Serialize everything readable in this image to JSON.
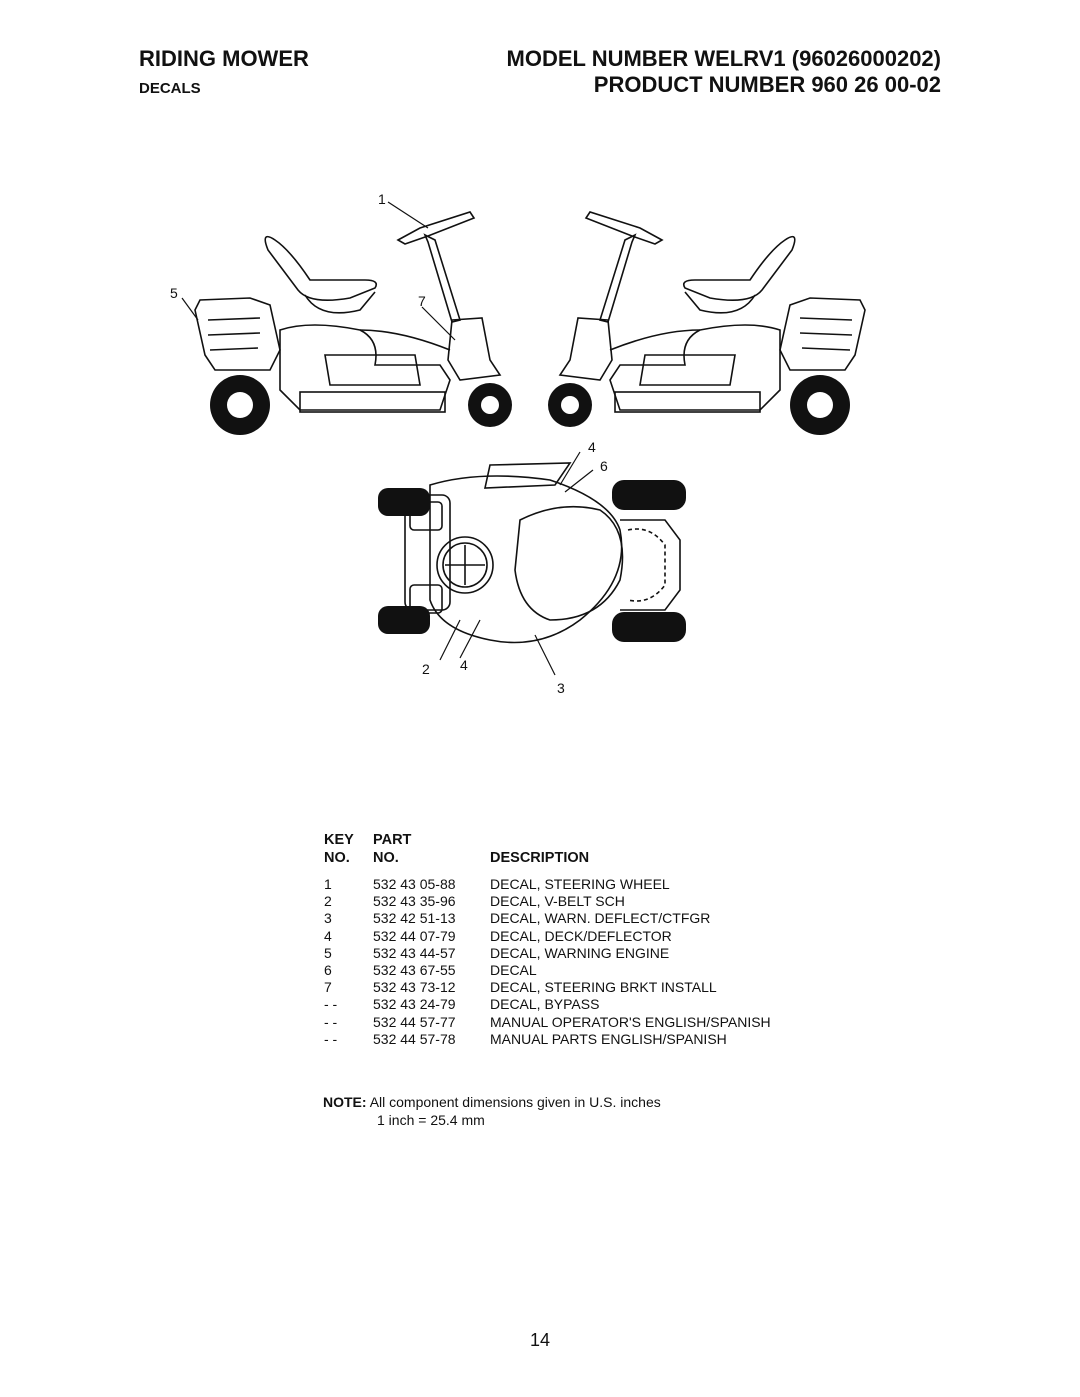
{
  "header": {
    "title": "RIDING MOWER",
    "subtitle": "DECALS",
    "model": "MODEL NUMBER WELRV1 (96026000202)",
    "product": "PRODUCT NUMBER 960 26 00-02"
  },
  "callouts": [
    "1",
    "5",
    "7",
    "4",
    "6",
    "2",
    "4",
    "3"
  ],
  "table": {
    "header_key_1": "KEY",
    "header_key_2": "NO.",
    "header_part_1": "PART",
    "header_part_2": "NO.",
    "header_desc": "DESCRIPTION",
    "rows": [
      {
        "key": "1",
        "part": "532 43 05-88",
        "desc": "DECAL, STEERING WHEEL"
      },
      {
        "key": "2",
        "part": "532 43 35-96",
        "desc": "DECAL, V-BELT SCH"
      },
      {
        "key": "3",
        "part": "532 42 51-13",
        "desc": "DECAL, WARN. DEFLECT/CTFGR"
      },
      {
        "key": "4",
        "part": "532 44 07-79",
        "desc": "DECAL, DECK/DEFLECTOR"
      },
      {
        "key": "5",
        "part": "532 43 44-57",
        "desc": "DECAL, WARNING ENGINE"
      },
      {
        "key": "6",
        "part": "532 43 67-55",
        "desc": "DECAL"
      },
      {
        "key": "7",
        "part": "532 43 73-12",
        "desc": "DECAL, STEERING BRKT INSTALL"
      },
      {
        "key": "- -",
        "part": "532 43 24-79",
        "desc": "DECAL, BYPASS"
      },
      {
        "key": "- -",
        "part": "532 44 57-77",
        "desc": "MANUAL OPERATOR'S ENGLISH/SPANISH"
      },
      {
        "key": "- -",
        "part": "532 44 57-78",
        "desc": "MANUAL PARTS ENGLISH/SPANISH"
      }
    ]
  },
  "note": {
    "label": "NOTE:",
    "text": "All component dimensions given in U.S. inches",
    "line2": "1 inch = 25.4 mm"
  },
  "page_number": "14"
}
